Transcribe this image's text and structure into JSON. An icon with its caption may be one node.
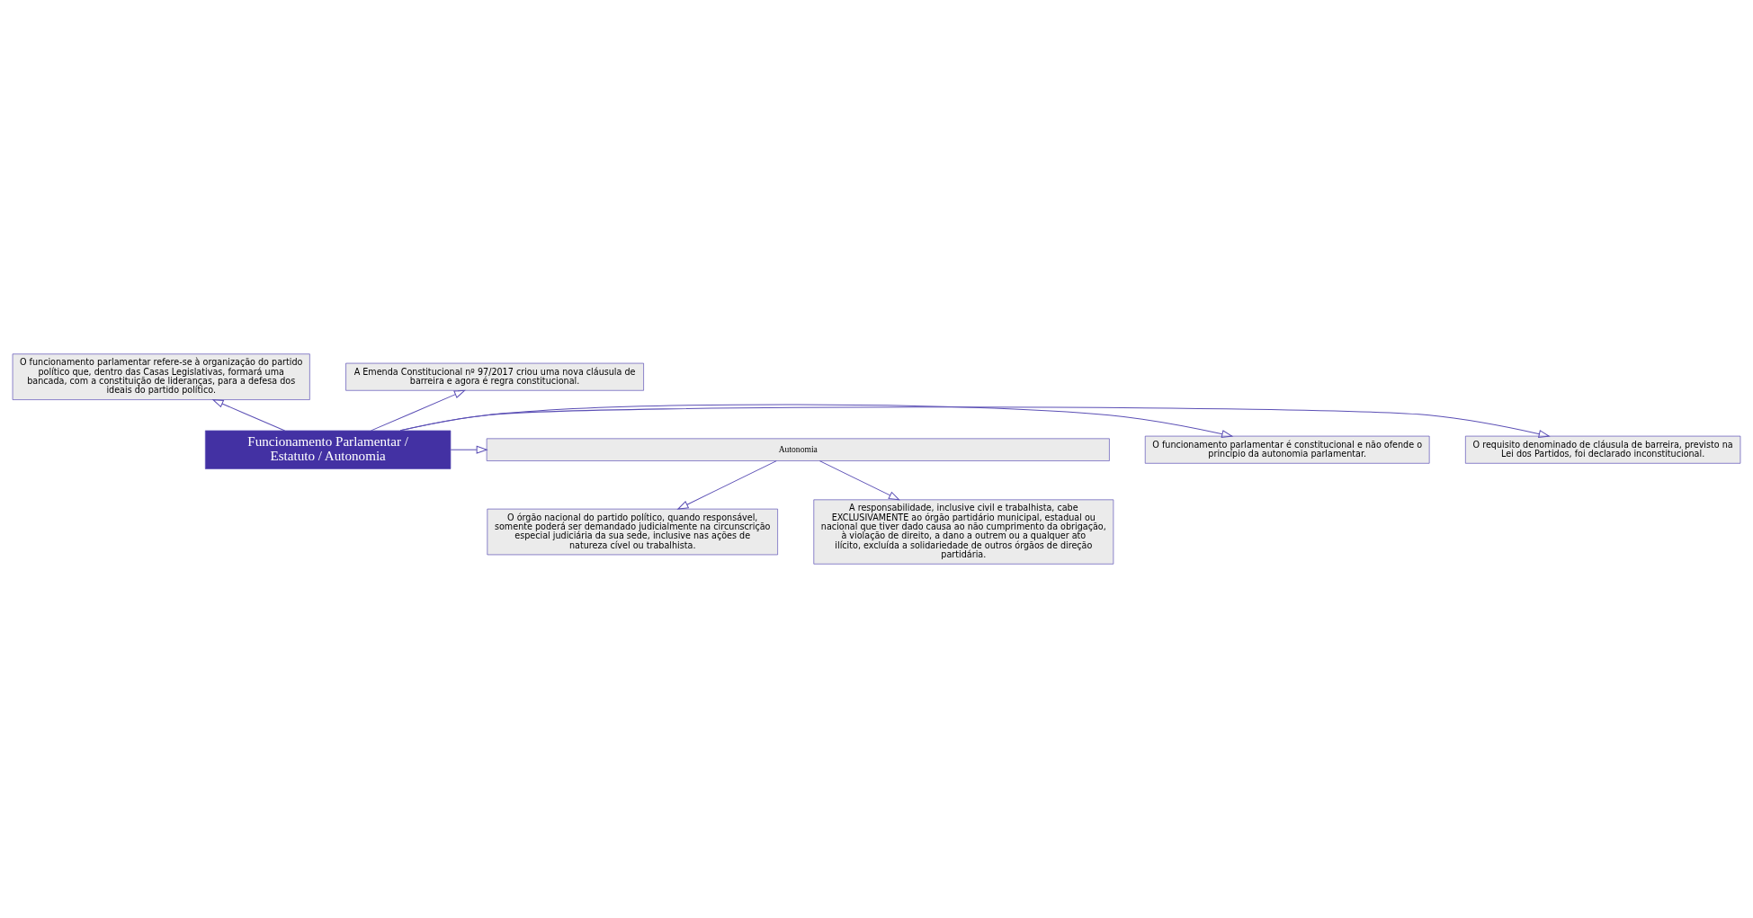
{
  "diagram": {
    "nodes": [
      {
        "text": [
          "Funcionamento Parlamentar / Estatuto / Autonomia"
        ]
      },
      {
        "text": [
          "O funcionamento parlamentar refere-se à organização do partido político que, dentro das Casas Legislativas, formará uma bancada, com a constituição de lideranças, para a defesa dos ideais do partido político."
        ]
      },
      {
        "text": [
          "A Emenda Constitucional nº 97/2017 criou uma nova cláusula de barreira e agora é regra constitucional."
        ]
      },
      {
        "text": [
          "O requisito denominado de cláusula de barreira, previsto na Lei dos Partidos, foi declarado inconstitucional."
        ]
      },
      {
        "text": [
          "O funcionamento parlamentar é constitucional e não ofende o princípio da autonomia parlamentar."
        ]
      },
      {
        "text": [
          "Autonomia"
        ]
      },
      {
        "text": [
          "O órgão nacional do partido político, quando responsável, somente poderá ser demandado judicialmente na circunscrição especial judiciária da sua sede, inclusive nas ações de natureza cível ou trabalhista."
        ]
      },
      {
        "text": [
          "A responsabilidade, inclusive civil e trabalhista, cabe EXCLUSIVAMENTE ao órgão partidário municipal, estadual ou nacional que tiver dado causa ao não cumprimento da obrigação, à violação de direito, a dano a outrem ou a qualquer ato ilícito, excluída a solidariedade de outros órgãos de direção partidária."
        ]
      }
    ],
    "edges": [
      {
        "from": 0,
        "to": 1,
        "arrow": "to"
      },
      {
        "from": 0,
        "to": 3,
        "arrow": "to"
      },
      {
        "from": 0,
        "to": 2,
        "arrow": "to"
      },
      {
        "from": 0,
        "to": 4,
        "arrow": "to"
      },
      {
        "from": 0,
        "to": 5,
        "arrow": "to"
      },
      {
        "from": 5,
        "to": 6,
        "arrow": "to"
      },
      {
        "from": 5,
        "to": 7,
        "arrow": "to"
      }
    ]
  }
}
